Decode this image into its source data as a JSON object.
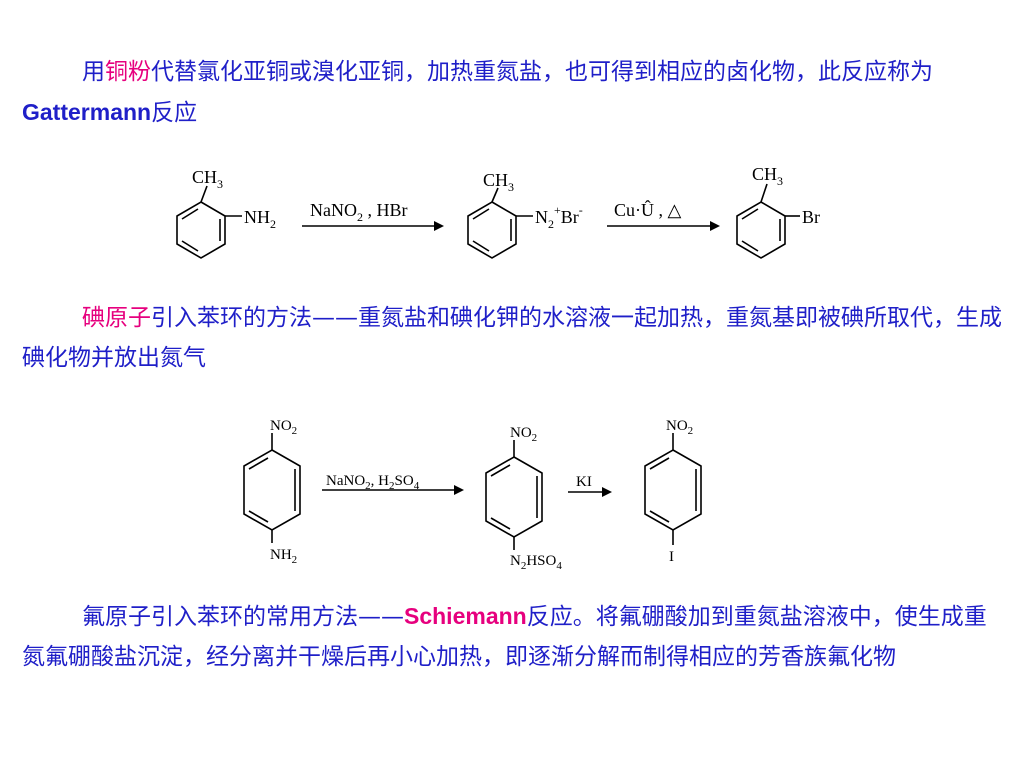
{
  "paragraph1": {
    "part1": "用",
    "highlight": "铜粉",
    "part2": "代替氯化亚铜或溴化亚铜，加热重氮盐，也可得到相应的卤化物，此反应称为",
    "latin": "Gattermann",
    "part3": "反应"
  },
  "scheme1": {
    "reactant": {
      "group_top": "CH",
      "group_top_sub": "3",
      "group_side": "NH",
      "group_side_sub": "2"
    },
    "arrow1": {
      "r1": "NaNO",
      "r1_sub": "2",
      "r2": " , HBr"
    },
    "intermediate": {
      "group_top": "CH",
      "group_top_sub": "3",
      "group_side": "N",
      "group_side_sub": "2",
      "group_side_sup": "+",
      "counter_ion": "Br",
      "counter_ion_sup": "-"
    },
    "arrow2": {
      "reagent": "Cu·Û , △"
    },
    "product": {
      "group_top": "CH",
      "group_top_sub": "3",
      "group_side": "Br"
    }
  },
  "paragraph2": {
    "highlight": "碘原子",
    "part1": "引入苯环的方法",
    "dash": "——",
    "part2": "重氮盐和碘化钾的水溶液一起加热，重氮基即被碘所取代，生成碘化物并放出氮气"
  },
  "scheme2": {
    "reactant": {
      "top": "NO",
      "top_sub": "2",
      "bottom": "NH",
      "bottom_sub": "2"
    },
    "arrow1": {
      "a": "NaNO",
      "a_sub": "2",
      "b": ", H",
      "b_sub": "2",
      "c": "SO",
      "c_sub": "4"
    },
    "intermediate": {
      "top": "NO",
      "top_sub": "2",
      "b1": "N",
      "b1_sub": "2",
      "b2": "HSO",
      "b2_sub": "4"
    },
    "arrow2": {
      "reagent": "KI"
    },
    "product": {
      "top": "NO",
      "top_sub": "2",
      "bottom": "I"
    }
  },
  "paragraph3": {
    "part1": "氟原子引入苯环的常用方法",
    "dash": "——",
    "latin": "Schiemann",
    "part2": "反应。将氟硼酸加到重氮盐溶液中，使生成重氮氟硼酸盐沉淀，经分离并干燥后再小心加热，即逐渐分解而制得相应的芳香族氟化物"
  }
}
